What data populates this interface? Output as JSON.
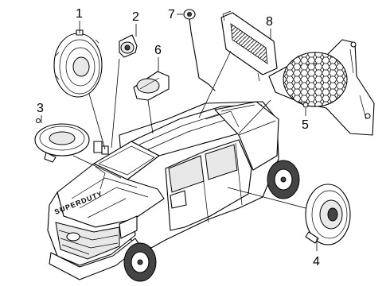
{
  "callouts": [
    {
      "id": "1",
      "label": "1"
    },
    {
      "id": "2",
      "label": "2"
    },
    {
      "id": "3",
      "label": "3"
    },
    {
      "id": "4",
      "label": "4"
    },
    {
      "id": "5",
      "label": "5"
    },
    {
      "id": "6",
      "label": "6"
    },
    {
      "id": "7",
      "label": "7"
    },
    {
      "id": "8",
      "label": "8"
    }
  ],
  "truck": {
    "hood_badge": "SUPERDUTY"
  }
}
